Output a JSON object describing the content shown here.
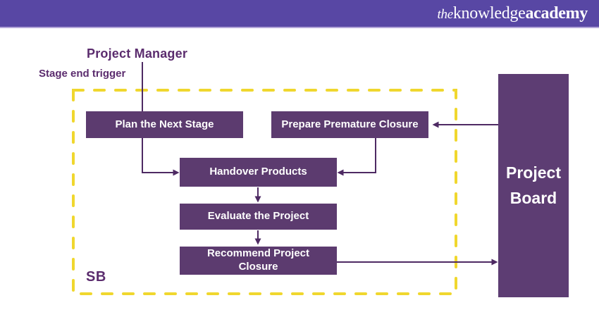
{
  "header": {
    "logo": {
      "the": "the",
      "knowledge": "knowledge",
      "academy": "academy"
    }
  },
  "labels": {
    "project_manager": "Project Manager",
    "stage_end_trigger": "Stage end trigger",
    "sb": "SB"
  },
  "nodes": {
    "plan": {
      "label": "Plan the Next Stage"
    },
    "premature": {
      "label": "Prepare Premature Closure"
    },
    "handover": {
      "label": "Handover Products"
    },
    "evaluate": {
      "label": "Evaluate the Project"
    },
    "recommend": {
      "label": "Recommend Project Closure"
    },
    "board": {
      "label": "Project Board"
    }
  },
  "connectors": [
    {
      "from": "project-manager",
      "to": "plan"
    },
    {
      "from": "plan",
      "to": "handover"
    },
    {
      "from": "premature",
      "to": "handover"
    },
    {
      "from": "handover",
      "to": "evaluate"
    },
    {
      "from": "evaluate",
      "to": "recommend"
    },
    {
      "from": "recommend",
      "to": "board"
    },
    {
      "from": "board",
      "to": "premature"
    }
  ],
  "colors": {
    "header_purple": "#5847A4",
    "header_underline": "#B3A6D8",
    "node_fill": "#5C3B6F",
    "board_fill": "#5D3D73",
    "connector_purple": "#4E2A63",
    "dash_yellow": "#F0D72E",
    "title_purple": "#5B2C6E",
    "logo_text": "#FFFFFF"
  }
}
